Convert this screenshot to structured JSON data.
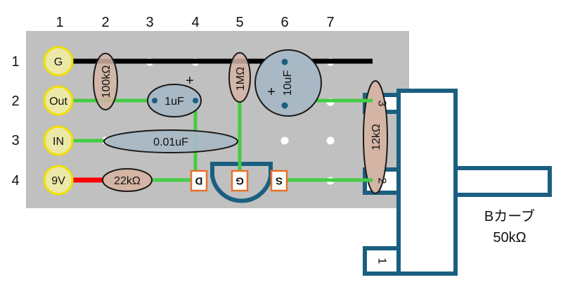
{
  "columns": [
    "1",
    "2",
    "3",
    "4",
    "5",
    "6",
    "7"
  ],
  "rows": [
    "1",
    "2",
    "3",
    "4"
  ],
  "terminals": {
    "g": "G",
    "out": "Out",
    "in": "IN",
    "v9": "9V"
  },
  "components": {
    "r100k": "100kΩ",
    "c1u": "1uF",
    "c1u_plus": "+",
    "r1m": "1MΩ",
    "c10u": "10uF",
    "c10u_plus": "+",
    "c001u": "0.01uF",
    "r22k": "22kΩ",
    "r12k": "12kΩ"
  },
  "transistor": {
    "d": "D",
    "g": "G",
    "s": "S"
  },
  "pot": {
    "pin3": "3",
    "pin2": "2",
    "pin1": "1",
    "taper": "Bカーブ",
    "value": "50kΩ"
  },
  "colors": {
    "board": "#c0c0c0",
    "hole": "#ffffff",
    "terminal_fill": "#ece8a8",
    "terminal_ring": "#f0e000",
    "ground_wire": "#000000",
    "power_wire": "#ff0000",
    "signal_wire": "#44cc44",
    "resistor": "#d4b4a4",
    "capacitor": "#a8b8c4",
    "pot_outline": "#1a5f80",
    "fet_pin": "#e8702a"
  }
}
